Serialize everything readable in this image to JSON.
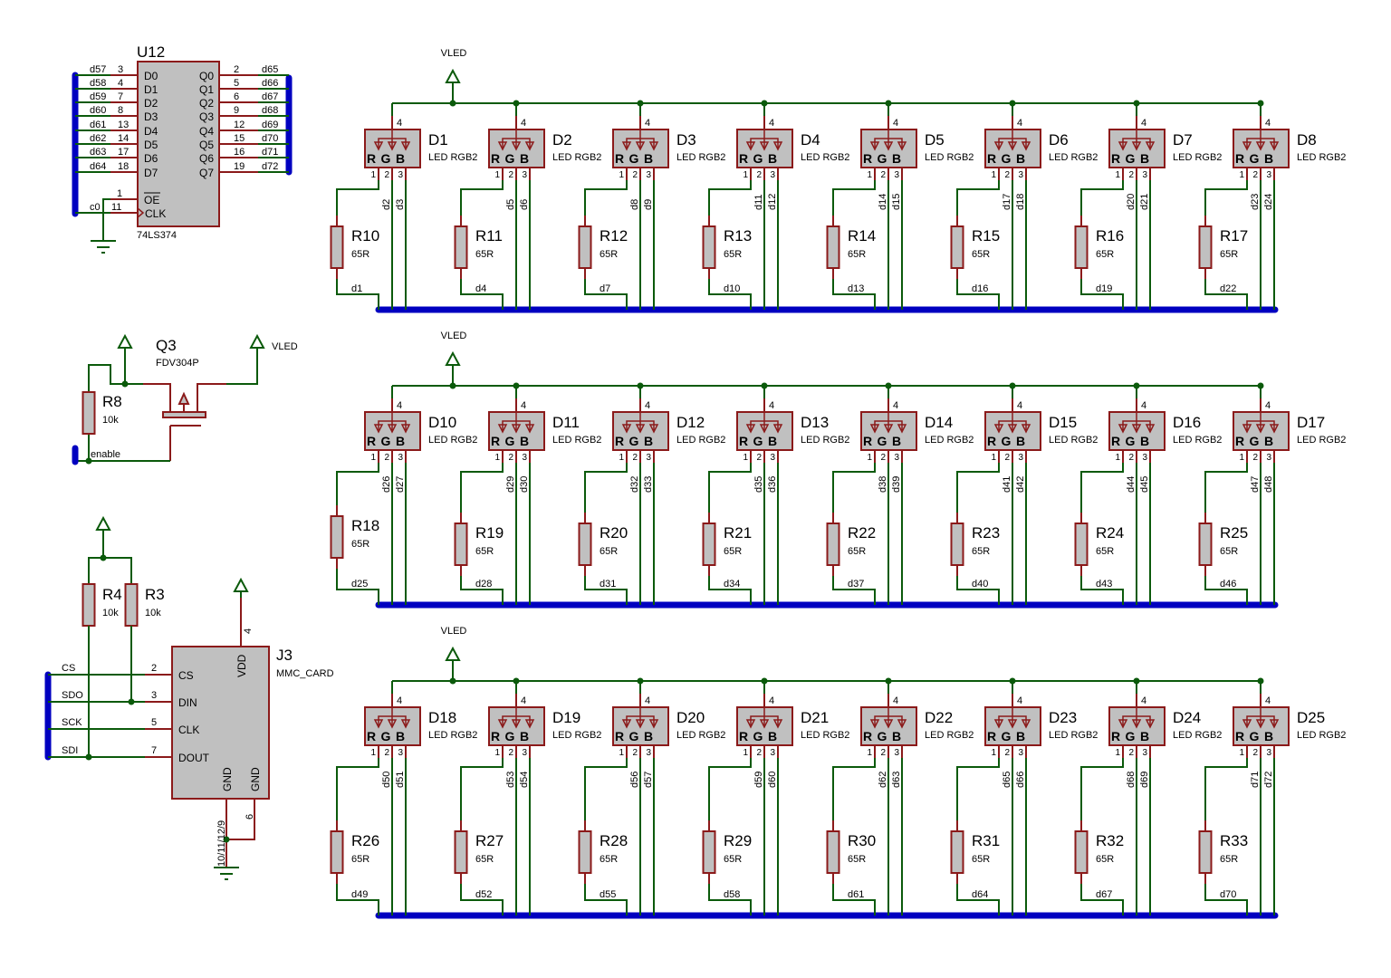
{
  "colors": {
    "wire": "#0b5a0b",
    "pin": "#8b1a1a",
    "bus": "#0000c0",
    "body": "#c0c0c0",
    "outline": "#8b1a1a"
  },
  "u12": {
    "ref": "U12",
    "value": "74LS374",
    "left_pins": [
      {
        "name": "D0",
        "num": "3",
        "net": "d57"
      },
      {
        "name": "D1",
        "num": "4",
        "net": "d58"
      },
      {
        "name": "D2",
        "num": "7",
        "net": "d59"
      },
      {
        "name": "D3",
        "num": "8",
        "net": "d60"
      },
      {
        "name": "D4",
        "num": "13",
        "net": "d61"
      },
      {
        "name": "D5",
        "num": "14",
        "net": "d62"
      },
      {
        "name": "D6",
        "num": "17",
        "net": "d63"
      },
      {
        "name": "D7",
        "num": "18",
        "net": "d64"
      }
    ],
    "right_pins": [
      {
        "name": "Q0",
        "num": "2",
        "net": "d65"
      },
      {
        "name": "Q1",
        "num": "5",
        "net": "d66"
      },
      {
        "name": "Q2",
        "num": "6",
        "net": "d67"
      },
      {
        "name": "Q3",
        "num": "9",
        "net": "d68"
      },
      {
        "name": "Q4",
        "num": "12",
        "net": "d69"
      },
      {
        "name": "Q5",
        "num": "15",
        "net": "d70"
      },
      {
        "name": "Q6",
        "num": "16",
        "net": "d71"
      },
      {
        "name": "Q7",
        "num": "19",
        "net": "d72"
      }
    ],
    "oe": {
      "name": "OE",
      "num": "1"
    },
    "clk": {
      "name": "CLK",
      "num": "11",
      "net": "c0"
    }
  },
  "q3": {
    "ref": "Q3",
    "value": "FDV304P",
    "vled": "VLED",
    "r8": {
      "ref": "R8",
      "value": "10k"
    },
    "enable": "enable"
  },
  "j3": {
    "ref": "J3",
    "value": "MMC_CARD",
    "pins": [
      {
        "name": "CS",
        "num": "2",
        "net": "CS"
      },
      {
        "name": "DIN",
        "num": "3",
        "net": "SDO"
      },
      {
        "name": "CLK",
        "num": "5",
        "net": "SCK"
      },
      {
        "name": "DOUT",
        "num": "7",
        "net": "SDI"
      }
    ],
    "vdd": {
      "name": "VDD",
      "num": "4"
    },
    "gnd1": {
      "name": "GND",
      "num": "10/11/12/9"
    },
    "gnd2": {
      "name": "GND",
      "num": "6"
    },
    "r4": {
      "ref": "R4",
      "value": "10k"
    },
    "r3": {
      "ref": "R3",
      "value": "10k"
    }
  },
  "vled_label": "VLED",
  "led_pin_labels": {
    "r": "R",
    "g": "G",
    "b": "B",
    "p1": "1",
    "p2": "2",
    "p3": "3",
    "p4": "4"
  },
  "rows": [
    {
      "leds": [
        {
          "ref": "D1",
          "value": "LED RGB2",
          "r": "R10",
          "rv": "65R",
          "nets": [
            "d1",
            "d2",
            "d3"
          ]
        },
        {
          "ref": "D2",
          "value": "LED RGB2",
          "r": "R11",
          "rv": "65R",
          "nets": [
            "d4",
            "d5",
            "d6"
          ]
        },
        {
          "ref": "D3",
          "value": "LED RGB2",
          "r": "R12",
          "rv": "65R",
          "nets": [
            "d7",
            "d8",
            "d9"
          ]
        },
        {
          "ref": "D4",
          "value": "LED RGB2",
          "r": "R13",
          "rv": "65R",
          "nets": [
            "d10",
            "d11",
            "d12"
          ]
        },
        {
          "ref": "D5",
          "value": "LED RGB2",
          "r": "R14",
          "rv": "65R",
          "nets": [
            "d13",
            "d14",
            "d15"
          ]
        },
        {
          "ref": "D6",
          "value": "LED RGB2",
          "r": "R15",
          "rv": "65R",
          "nets": [
            "d16",
            "d17",
            "d18"
          ]
        },
        {
          "ref": "D7",
          "value": "LED RGB2",
          "r": "R16",
          "rv": "65R",
          "nets": [
            "d19",
            "d20",
            "d21"
          ]
        },
        {
          "ref": "D8",
          "value": "LED RGB2",
          "r": "R17",
          "rv": "65R",
          "nets": [
            "d22",
            "d23",
            "d24"
          ]
        }
      ]
    },
    {
      "leds": [
        {
          "ref": "D10",
          "value": "LED RGB2",
          "r": "R18",
          "rv": "65R",
          "nets": [
            "d25",
            "d26",
            "d27"
          ]
        },
        {
          "ref": "D11",
          "value": "LED RGB2",
          "r": "R19",
          "rv": "65R",
          "nets": [
            "d28",
            "d29",
            "d30"
          ]
        },
        {
          "ref": "D12",
          "value": "LED RGB2",
          "r": "R20",
          "rv": "65R",
          "nets": [
            "d31",
            "d32",
            "d33"
          ]
        },
        {
          "ref": "D13",
          "value": "LED RGB2",
          "r": "R21",
          "rv": "65R",
          "nets": [
            "d34",
            "d35",
            "d36"
          ]
        },
        {
          "ref": "D14",
          "value": "LED RGB2",
          "r": "R22",
          "rv": "65R",
          "nets": [
            "d37",
            "d38",
            "d39"
          ]
        },
        {
          "ref": "D15",
          "value": "LED RGB2",
          "r": "R23",
          "rv": "65R",
          "nets": [
            "d40",
            "d41",
            "d42"
          ]
        },
        {
          "ref": "D16",
          "value": "LED RGB2",
          "r": "R24",
          "rv": "65R",
          "nets": [
            "d43",
            "d44",
            "d45"
          ]
        },
        {
          "ref": "D17",
          "value": "LED RGB2",
          "r": "R25",
          "rv": "65R",
          "nets": [
            "d46",
            "d47",
            "d48"
          ]
        }
      ]
    },
    {
      "leds": [
        {
          "ref": "D18",
          "value": "LED RGB2",
          "r": "R26",
          "rv": "65R",
          "nets": [
            "d49",
            "d50",
            "d51"
          ]
        },
        {
          "ref": "D19",
          "value": "LED RGB2",
          "r": "R27",
          "rv": "65R",
          "nets": [
            "d52",
            "d53",
            "d54"
          ]
        },
        {
          "ref": "D20",
          "value": "LED RGB2",
          "r": "R28",
          "rv": "65R",
          "nets": [
            "d55",
            "d56",
            "d57"
          ]
        },
        {
          "ref": "D21",
          "value": "LED RGB2",
          "r": "R29",
          "rv": "65R",
          "nets": [
            "d58",
            "d59",
            "d60"
          ]
        },
        {
          "ref": "D22",
          "value": "LED RGB2",
          "r": "R30",
          "rv": "65R",
          "nets": [
            "d61",
            "d62",
            "d63"
          ]
        },
        {
          "ref": "D23",
          "value": "LED RGB2",
          "r": "R31",
          "rv": "65R",
          "nets": [
            "d64",
            "d65",
            "d66"
          ]
        },
        {
          "ref": "D24",
          "value": "LED RGB2",
          "r": "R32",
          "rv": "65R",
          "nets": [
            "d67",
            "d68",
            "d69"
          ]
        },
        {
          "ref": "D25",
          "value": "LED RGB2",
          "r": "R33",
          "rv": "65R",
          "nets": [
            "d70",
            "d71",
            "d72"
          ]
        }
      ]
    }
  ]
}
